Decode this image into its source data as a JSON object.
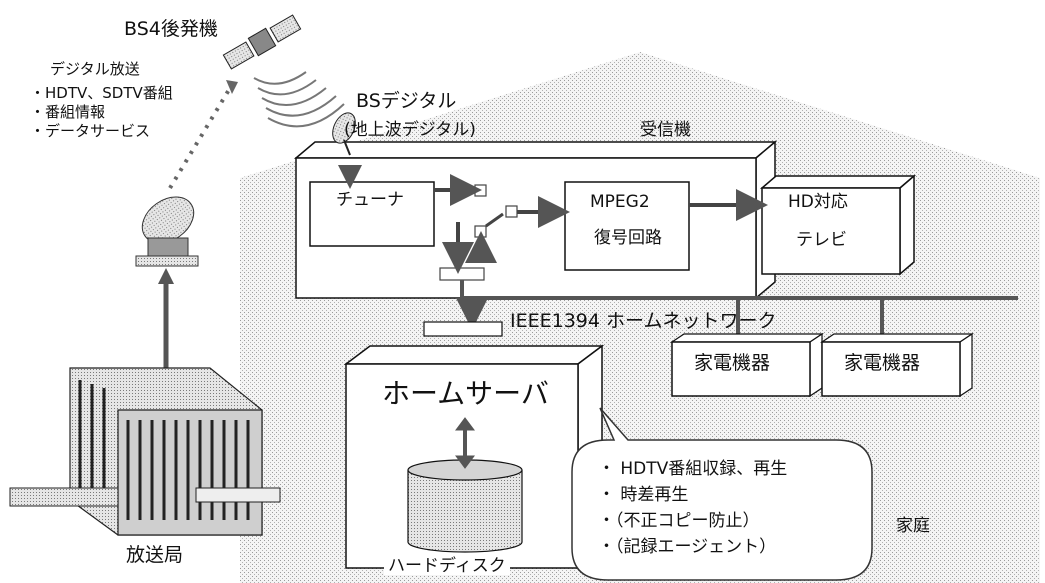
{
  "satellite": {
    "label": "BS4後発機"
  },
  "broadcast_content": {
    "title": "デジタル放送",
    "items": [
      "・HDTV、SDTV番組",
      "・番組情報",
      "・データサービス"
    ]
  },
  "bs_antenna": {
    "line1": "BSデジタル",
    "line2": "(地上波デジタル)"
  },
  "receiver": {
    "label": "受信機"
  },
  "tuner": {
    "label": "チューナ"
  },
  "decoder": {
    "line1": "MPEG2",
    "line2": "復号回路"
  },
  "tv": {
    "line1": "HD対応",
    "line2": "テレビ"
  },
  "network": {
    "label": "IEEE1394  ホームネットワーク"
  },
  "appliances": [
    "家電機器",
    "家電機器"
  ],
  "home_server": {
    "label": "ホームサーバ",
    "disk_label": "ハードディスク"
  },
  "callout": {
    "items": [
      "・ HDTV番組収録、再生",
      "・ 時差再生",
      "・（不正コピー防止）",
      "・（記録エージェント）"
    ]
  },
  "house": {
    "label": "家庭"
  },
  "station": {
    "label": "放送局"
  }
}
